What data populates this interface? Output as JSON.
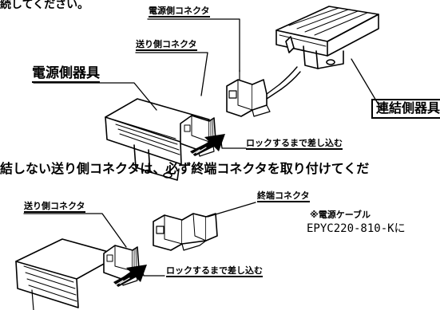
{
  "top_line_fragment": "続してください。",
  "upper": {
    "label_power_connector": "電源側コネクタ",
    "label_send_connector": "送り側コネクタ",
    "label_power_fixture": "電源側器具",
    "label_linked_fixture": "連結側器具",
    "label_push_until_lock": "ロックするまで差し込む"
  },
  "note_line": "結しない送り側コネクタは、必ず終端コネクタを取り付けてくだ",
  "lower": {
    "label_send_connector": "送り側コネクタ",
    "label_end_connector": "終端コネクタ",
    "label_power_cable": "※電源ケーブル",
    "label_cable_model": "EPYC220-810-Kに",
    "label_push_until_lock": "ロックするまで差し込む"
  }
}
